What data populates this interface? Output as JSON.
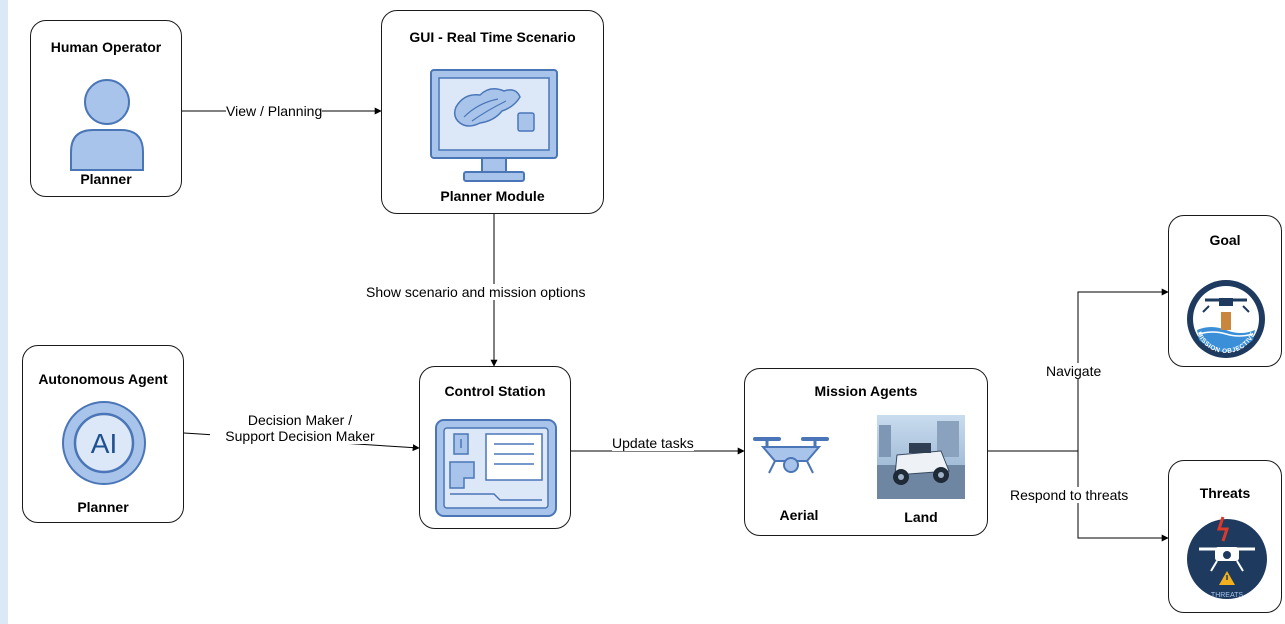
{
  "nodes": {
    "human_operator": {
      "title": "Human Operator",
      "sub": "Planner",
      "icon": "person-icon"
    },
    "gui": {
      "title": "GUI - Real Time Scenario",
      "sub": "Planner Module",
      "icon": "monitor-map-icon"
    },
    "autonomous_agent": {
      "title": "Autonomous Agent",
      "sub": "Planner",
      "icon": "ai-icon",
      "icon_text": "AI"
    },
    "control_station": {
      "title": "Control Station",
      "icon": "control-panel-icon"
    },
    "mission_agents": {
      "title": "Mission Agents",
      "aerial": "Aerial",
      "land": "Land",
      "icons": [
        "drone-icon",
        "land-robot-icon"
      ]
    },
    "goal": {
      "title": "Goal",
      "icon": "mission-objective-badge-icon",
      "badge_text": "MISSION OBJECTIVE"
    },
    "threats": {
      "title": "Threats",
      "icon": "threats-badge-icon",
      "badge_text": "THREATS"
    }
  },
  "edges": {
    "view_planning": "View / Planning",
    "show_scenario": "Show scenario and mission options",
    "decision_maker_line1": "Decision Maker /",
    "decision_maker_line2": "Support Decision Maker",
    "update_tasks": "Update tasks",
    "navigate": "Navigate",
    "respond_threats": "Respond to threats"
  },
  "colors": {
    "icon_blue": "#a9c4eb",
    "icon_stroke": "#4a76b8",
    "panel_fill": "#dce8f8",
    "page_frame": "#dbe8f6",
    "threat_navy": "#1e3a5f",
    "threat_red": "#d93a2b",
    "goal_water": "#3a8fd8"
  }
}
